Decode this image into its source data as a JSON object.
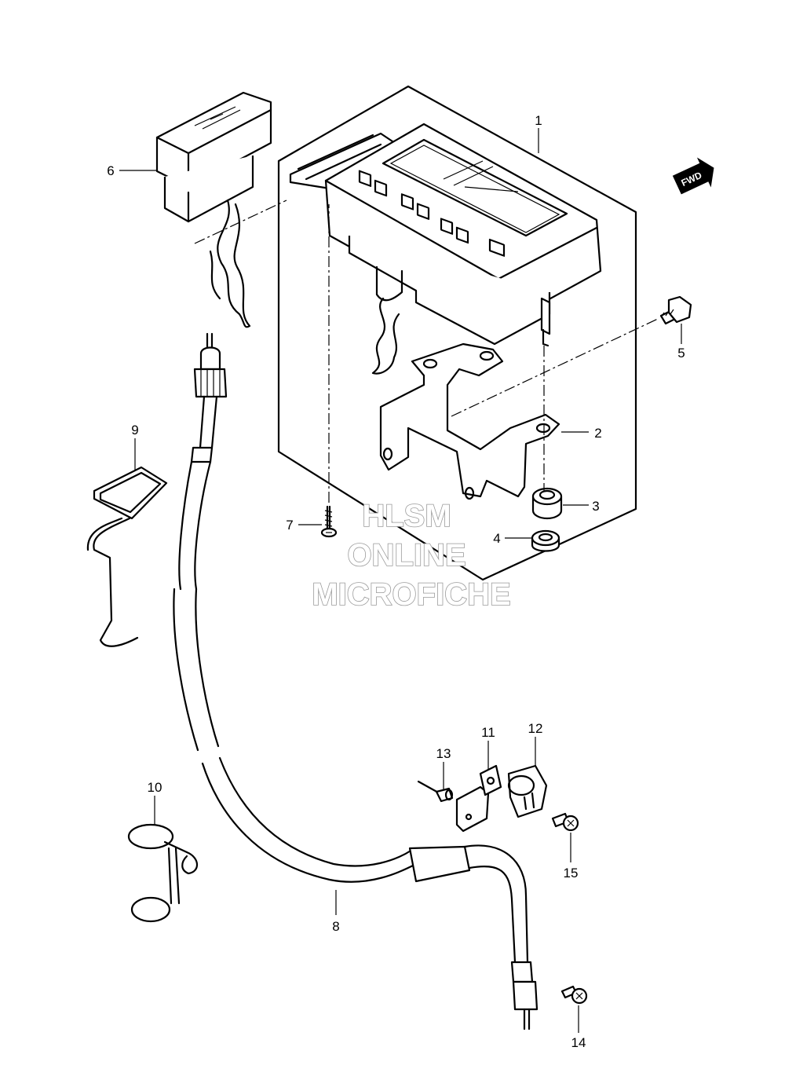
{
  "callouts": [
    {
      "id": "1",
      "label": "1"
    },
    {
      "id": "2",
      "label": "2"
    },
    {
      "id": "3",
      "label": "3"
    },
    {
      "id": "4",
      "label": "4"
    },
    {
      "id": "5",
      "label": "5"
    },
    {
      "id": "6",
      "label": "6"
    },
    {
      "id": "7",
      "label": "7"
    },
    {
      "id": "8",
      "label": "8"
    },
    {
      "id": "9",
      "label": "9"
    },
    {
      "id": "10",
      "label": "10"
    },
    {
      "id": "11",
      "label": "11"
    },
    {
      "id": "12",
      "label": "12"
    },
    {
      "id": "13",
      "label": "13"
    },
    {
      "id": "14",
      "label": "14"
    },
    {
      "id": "15",
      "label": "15"
    }
  ],
  "fwd_badge": "FWD",
  "watermark": {
    "line1": "HLSM",
    "line2": "ONLINE",
    "line3": "MICROFICHE"
  }
}
